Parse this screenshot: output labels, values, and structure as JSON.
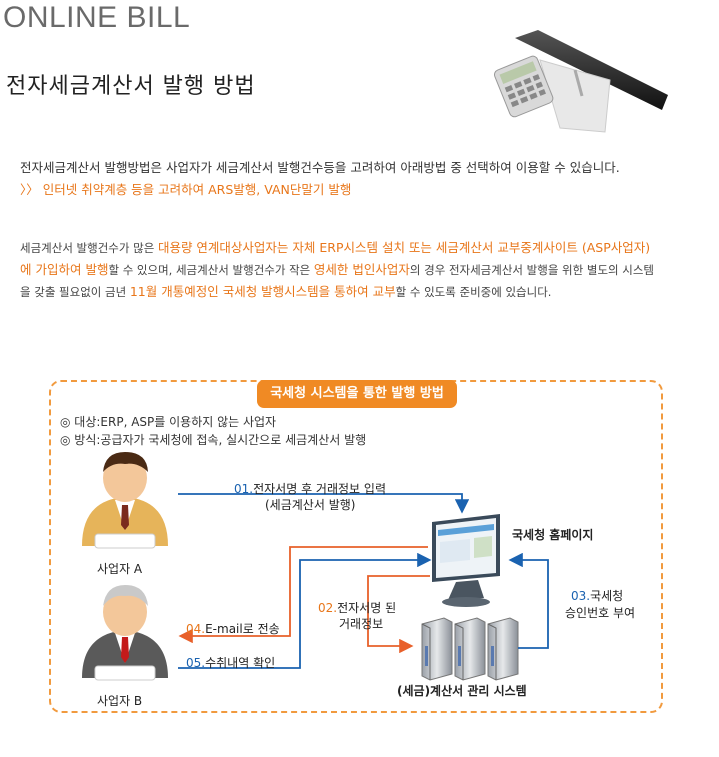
{
  "header": {
    "brand": "ONLINE BILL",
    "title": "전자세금계산서 발행 방법"
  },
  "intro": {
    "line1": "전자세금계산서 발행방법은 사업자가 세금계산서 발행건수등을 고려하여 아래방법 중 선택하여 이용할 수 있습니다.",
    "line2": "〉〉 인터넷 취약계층 등을 고려하여 ARS발행, VAN단말기 발행"
  },
  "paragraph": {
    "p1": "세금계산서 발행건수가 많은 ",
    "h1": "대용량 연계대상사업자는 자체 ERP시스템 설치 또는 세금계산서 교부중계사이트 (ASP사업자)에 가입하여 발행",
    "p2": "할 수 있으며, 세금계산서 발행건수가 작은 ",
    "h2": "영세한 법인사업자",
    "p3": "의 경우 전자세금계산서 발행을 위한 별도의 시스템을 갖출 필요없이 금년 ",
    "h3": "11월 개통예정인 국세청 발행시스템을 통하여 교부",
    "p4": "할 수 있도록 준비중에 있습니다."
  },
  "diagram": {
    "panel_title": "국세청 시스템을 통한 발행 방법",
    "target": "◎ 대상:ERP, ASP를 이용하지 않는 사업자",
    "method": "◎ 방식:공급자가 국세청에 접속, 실시간으로 세금계산서 발행",
    "business_a": "사업자 A",
    "business_b": "사업자 B",
    "nts_homepage": "국세청 홈페이지",
    "management_system": "(세금)계산서 관리 시스템",
    "step1_num": "01.",
    "step1_text": "전자서명 후 거래정보 입력",
    "step1_sub": "(세금계산서 발행)",
    "step2_num": "02.",
    "step2_text": "전자서명 된",
    "step2_sub": "거래정보",
    "step3_num": "03.",
    "step3_text": "국세청",
    "step3_sub": "승인번호 부여",
    "step4_num": "04.",
    "step4_text": "E-mail로 전송",
    "step5_num": "05.",
    "step5_text": "수취내역 확인"
  },
  "colors": {
    "accent_orange": "#f08a24",
    "arrow_blue": "#1a62b0",
    "arrow_orange": "#e8602a"
  }
}
